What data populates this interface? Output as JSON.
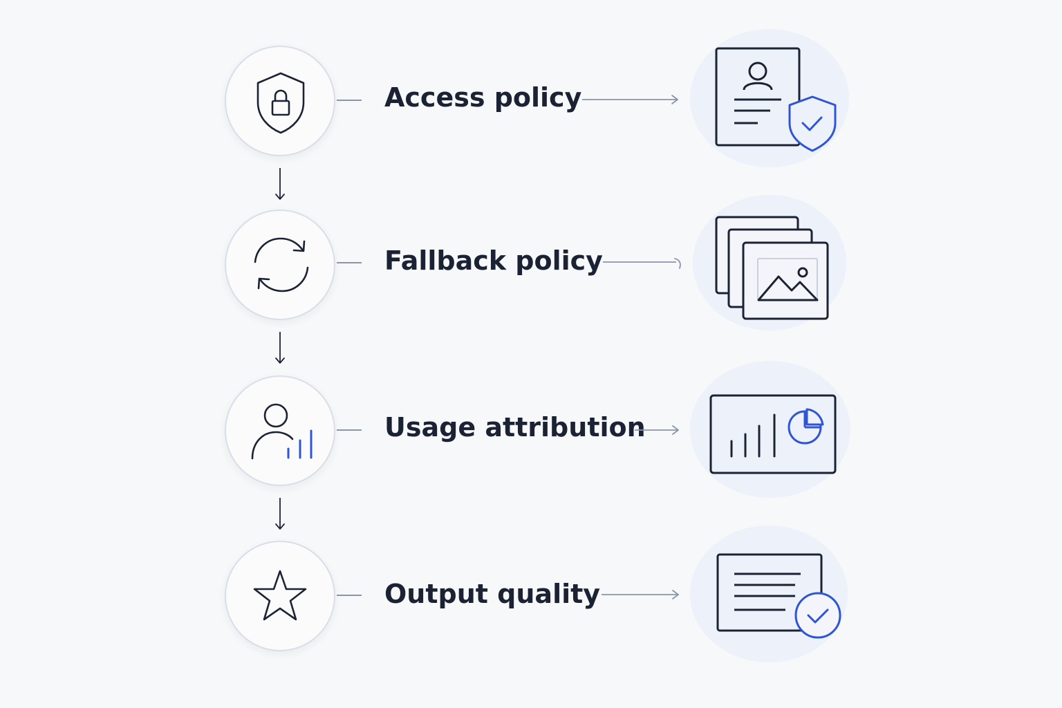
{
  "steps": [
    {
      "label": "Access policy",
      "icon": "shield-lock-icon",
      "illustration": "document-shield-icon"
    },
    {
      "label": "Fallback policy",
      "icon": "refresh-cycle-icon",
      "illustration": "stacked-images-icon"
    },
    {
      "label": "Usage attribution",
      "icon": "user-bar-chart-icon",
      "illustration": "dashboard-chart-icon"
    },
    {
      "label": "Output quality",
      "icon": "star-icon",
      "illustration": "document-check-icon"
    }
  ],
  "colors": {
    "background": "#f7f8f9",
    "ink": "#1a2233",
    "accent": "#2f55d4",
    "connector": "#8a94ab",
    "halo": "#edf1f9"
  }
}
